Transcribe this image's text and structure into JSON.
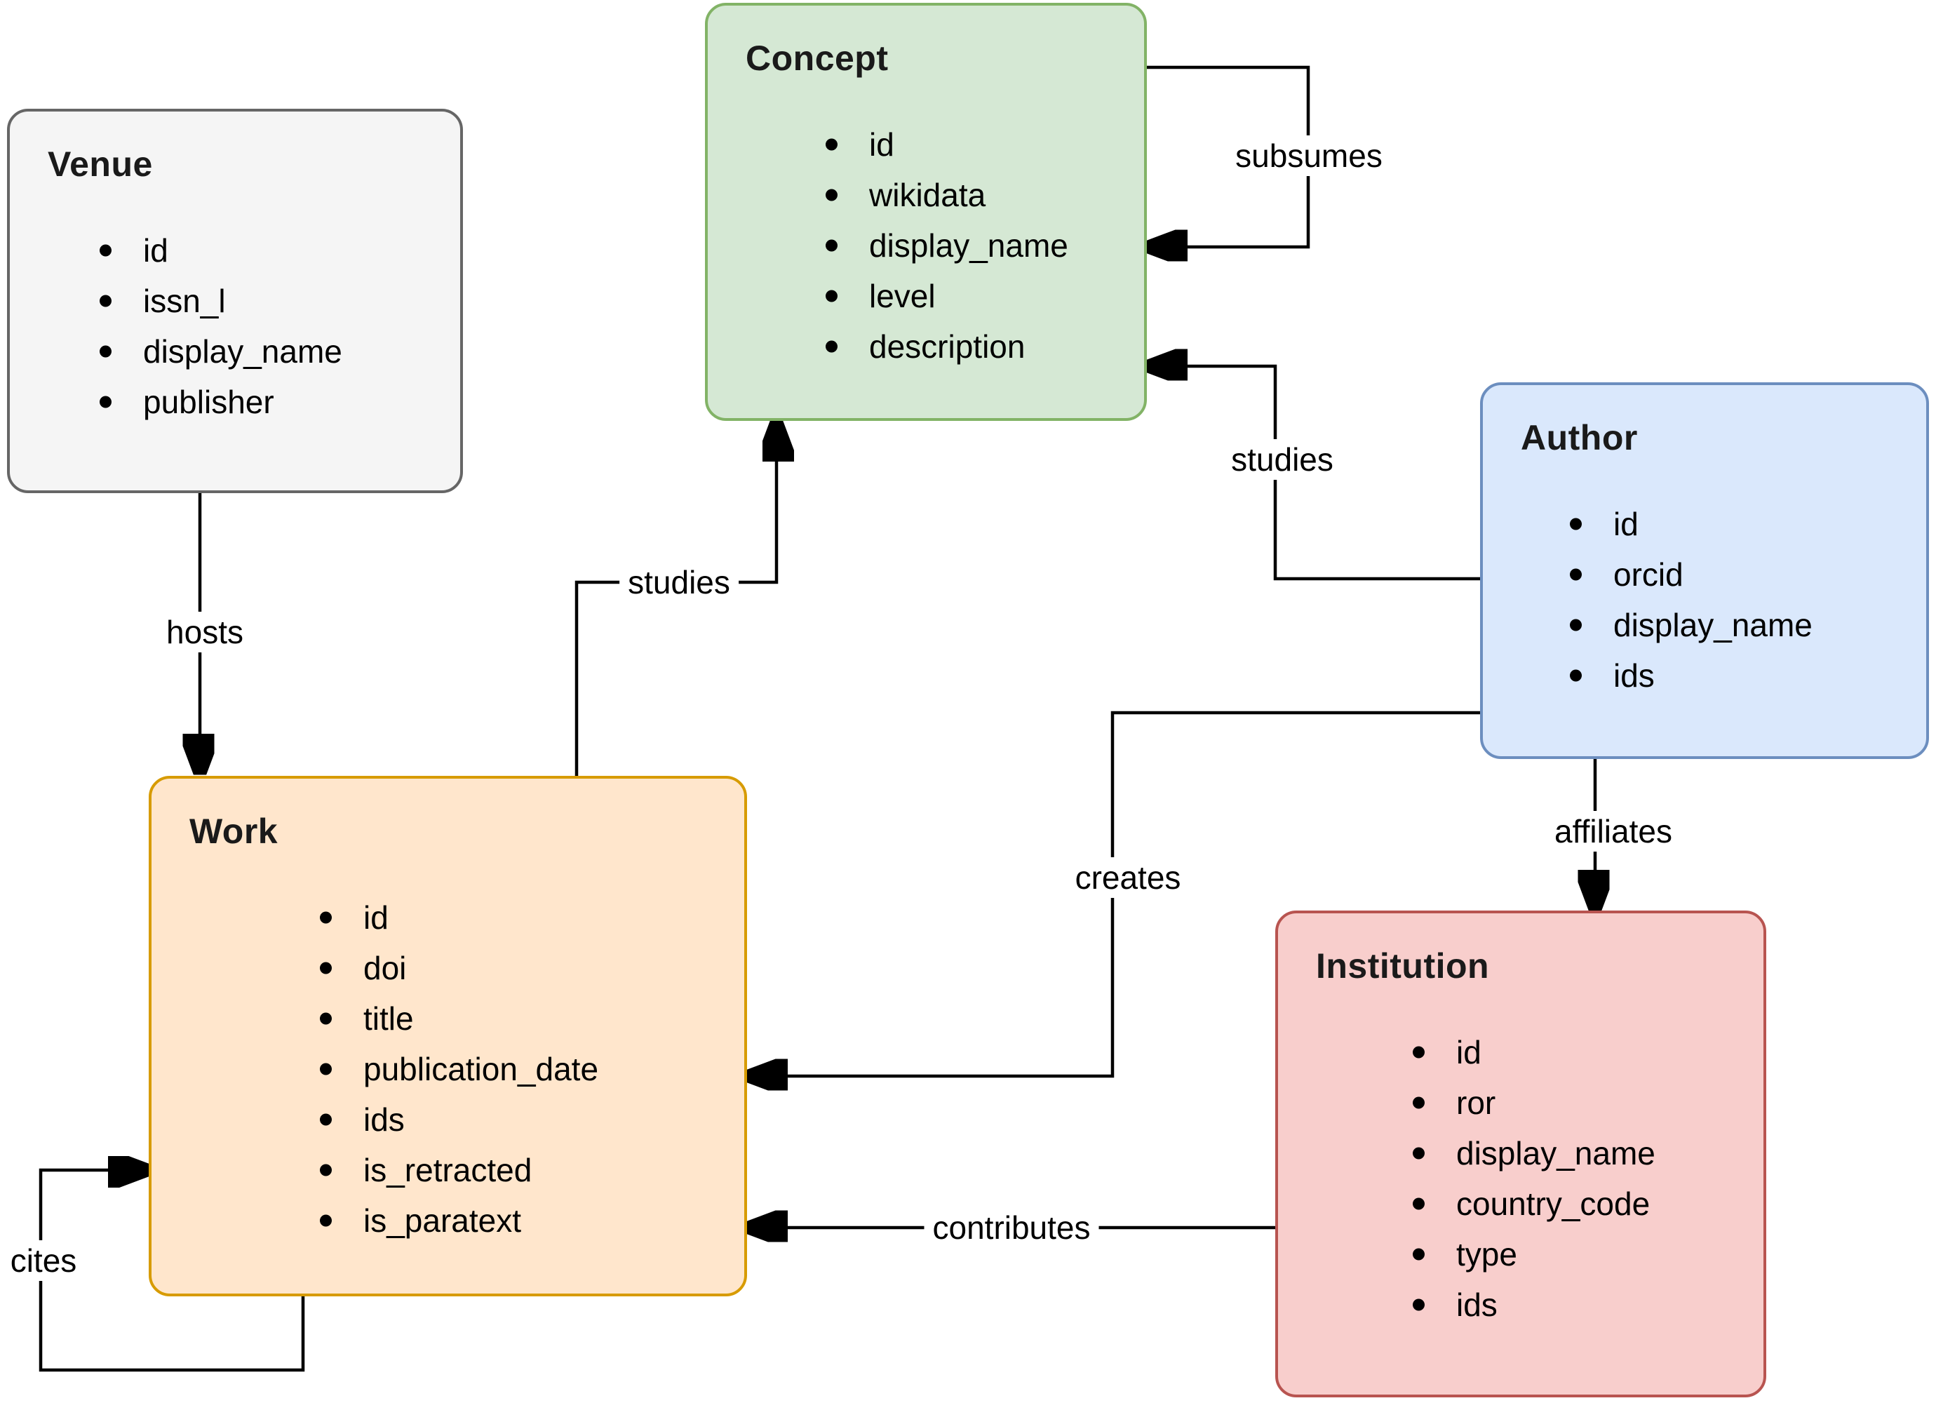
{
  "diagram": {
    "entities": [
      {
        "title": "Venue",
        "attributes": [
          "id",
          "issn_l",
          "display_name",
          "publisher"
        ],
        "fill_color": "#f5f5f5",
        "border_color": "#666666"
      },
      {
        "title": "Concept",
        "attributes": [
          "id",
          "wikidata",
          "display_name",
          "level",
          "description"
        ],
        "fill_color": "#d5e8d4",
        "border_color": "#82b366"
      },
      {
        "title": "Author",
        "attributes": [
          "id",
          "orcid",
          "display_name",
          "ids"
        ],
        "fill_color": "#dae8fc",
        "border_color": "#6c8ebf"
      },
      {
        "title": "Work",
        "attributes": [
          "id",
          "doi",
          "title",
          "publication_date",
          "ids",
          "is_retracted",
          "is_paratext"
        ],
        "fill_color": "#ffe6cc",
        "border_color": "#d79b00"
      },
      {
        "title": "Institution",
        "attributes": [
          "id",
          "ror",
          "display_name",
          "country_code",
          "type",
          "ids"
        ],
        "fill_color": "#f8cecc",
        "border_color": "#b85450"
      }
    ],
    "relationships": [
      {
        "label": "hosts",
        "from": "Venue",
        "to": "Work"
      },
      {
        "label": "studies",
        "from": "Work",
        "to": "Concept"
      },
      {
        "label": "subsumes",
        "from": "Concept",
        "to": "Concept"
      },
      {
        "label": "studies",
        "from": "Author",
        "to": "Concept"
      },
      {
        "label": "creates",
        "from": "Author",
        "to": "Work"
      },
      {
        "label": "affiliates",
        "from": "Author",
        "to": "Institution"
      },
      {
        "label": "contributes",
        "from": "Institution",
        "to": "Work"
      },
      {
        "label": "cites",
        "from": "Work",
        "to": "Work"
      }
    ],
    "line_color": "#000000",
    "background_color": "#ffffff"
  }
}
